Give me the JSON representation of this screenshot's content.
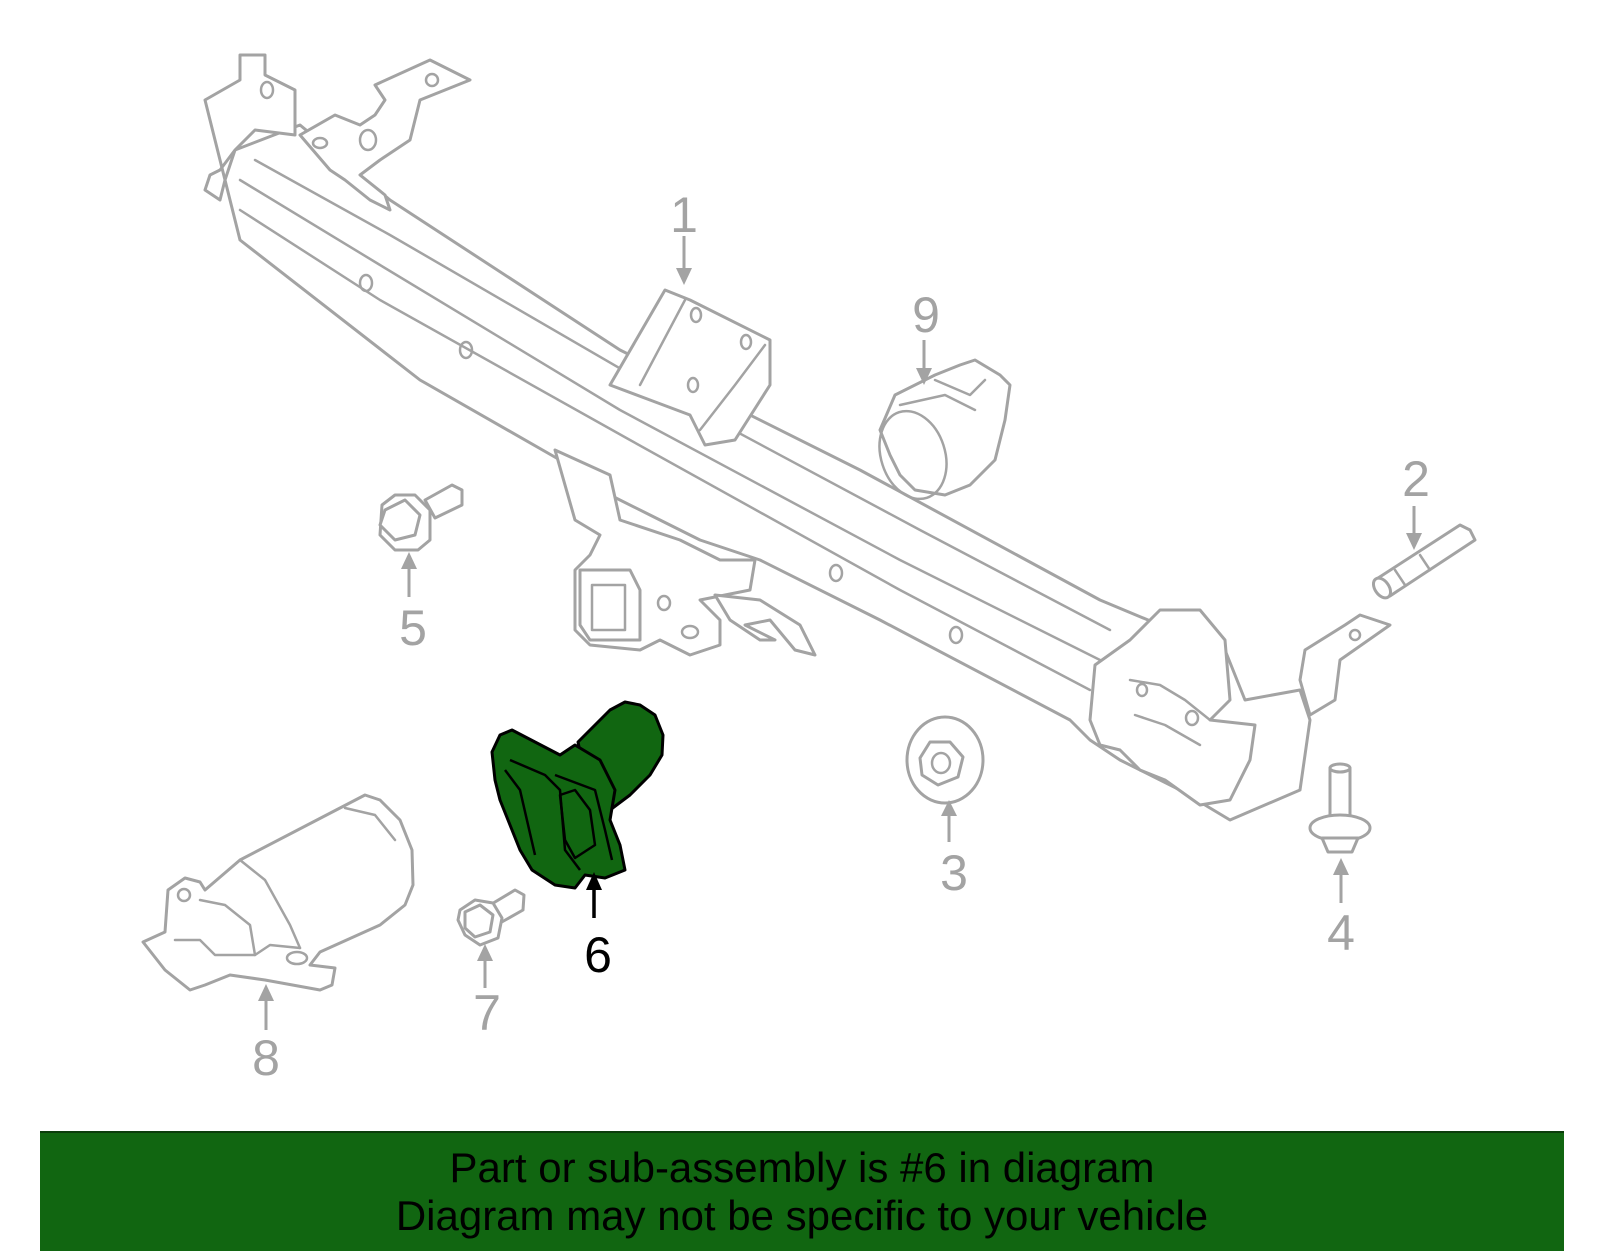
{
  "diagram": {
    "highlight_color": "#116611",
    "outline_color": "#a3a3a3",
    "parts": [
      {
        "number": "1",
        "name": "hitch-crossmember"
      },
      {
        "number": "2",
        "name": "pin"
      },
      {
        "number": "3",
        "name": "nut"
      },
      {
        "number": "4",
        "name": "bolt"
      },
      {
        "number": "5",
        "name": "bolt"
      },
      {
        "number": "6",
        "name": "trailer-connector",
        "highlighted": true
      },
      {
        "number": "7",
        "name": "bolt"
      },
      {
        "number": "8",
        "name": "trailer-brake-module"
      },
      {
        "number": "9",
        "name": "connector-bracket"
      }
    ]
  },
  "banner": {
    "line1": "Part or sub-assembly is #6 in diagram",
    "line2": "Diagram may not be specific to your vehicle",
    "background": "#116611"
  }
}
